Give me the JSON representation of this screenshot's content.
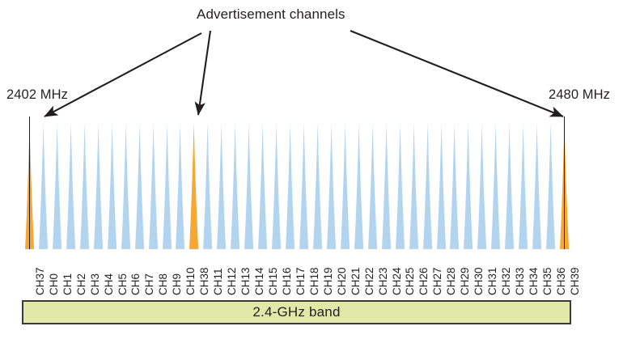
{
  "figure": {
    "title": "Advertisement channels",
    "band_label": "2.4-GHz band",
    "freq_low": "2402 MHz",
    "freq_high": "2480 MHz"
  },
  "colors": {
    "data_channel": "#b3d4ef",
    "advertisement_channel": "#f5a833",
    "band_fill": "#e2e8a8",
    "band_border": "#3a3a3a",
    "text": "#231f20",
    "arrow": "#231f20"
  },
  "chart_data": {
    "type": "bar",
    "title": "Advertisement channels",
    "xlabel": "2.4-GHz band",
    "ylabel": "",
    "grid": false,
    "legend": "none",
    "annotations": [
      {
        "text": "2402 MHz",
        "points_to": "CH37"
      },
      {
        "text": "2480 MHz",
        "points_to": "CH39"
      },
      {
        "text": "Advertisement channels",
        "points_to": "CH37, CH38, CH39"
      }
    ],
    "categories": [
      "CH37",
      "CH0",
      "CH1",
      "CH2",
      "CH3",
      "CH4",
      "CH5",
      "CH6",
      "CH7",
      "CH8",
      "CH9",
      "CH10",
      "CH38",
      "CH11",
      "CH12",
      "CH13",
      "CH14",
      "CH15",
      "CH16",
      "CH17",
      "CH18",
      "CH19",
      "CH20",
      "CH21",
      "CH22",
      "CH23",
      "CH24",
      "CH25",
      "CH26",
      "CH27",
      "CH28",
      "CH29",
      "CH30",
      "CH31",
      "CH32",
      "CH33",
      "CH34",
      "CH35",
      "CH36",
      "CH39"
    ],
    "values": [
      1,
      1,
      1,
      1,
      1,
      1,
      1,
      1,
      1,
      1,
      1,
      1,
      1,
      1,
      1,
      1,
      1,
      1,
      1,
      1,
      1,
      1,
      1,
      1,
      1,
      1,
      1,
      1,
      1,
      1,
      1,
      1,
      1,
      1,
      1,
      1,
      1,
      1,
      1,
      1
    ],
    "kinds": [
      "advertisement",
      "data",
      "data",
      "data",
      "data",
      "data",
      "data",
      "data",
      "data",
      "data",
      "data",
      "data",
      "advertisement",
      "data",
      "data",
      "data",
      "data",
      "data",
      "data",
      "data",
      "data",
      "data",
      "data",
      "data",
      "data",
      "data",
      "data",
      "data",
      "data",
      "data",
      "data",
      "data",
      "data",
      "data",
      "data",
      "data",
      "data",
      "data",
      "data",
      "advertisement"
    ],
    "marked_with_tick": [
      "CH37",
      "CH39"
    ]
  }
}
